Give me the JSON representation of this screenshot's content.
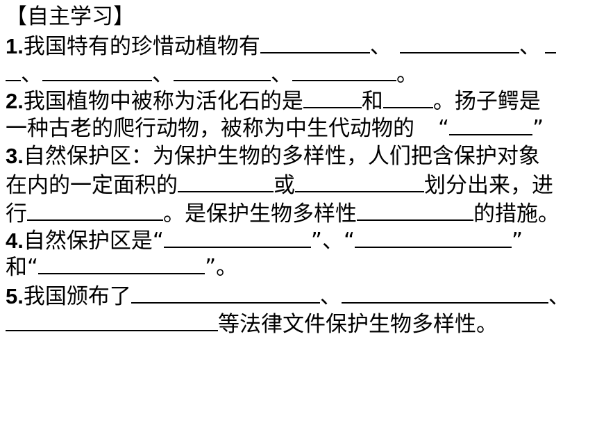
{
  "heading": "【自主学习】",
  "q1": {
    "number": "1.",
    "text_a": "我国特有的珍惜动植物有",
    "sep_1": "、",
    "sep_2": "、",
    "sep_3": "、",
    "sep_4": "、",
    "sep_5": "、",
    "end": "。"
  },
  "q2": {
    "number": "2.",
    "text_a": "我国植物中被称为活化石的是",
    "text_b": "和",
    "text_c": "。扬子鳄是",
    "text_d": "一种古老的爬行动物，被称为中生代动物的",
    "quote_open": "“",
    "quote_close": "”"
  },
  "q3": {
    "number": "3.",
    "text_a": "自然保护区：为保护生物的多样性，人们把含保护对象",
    "text_b": "在内的一定面积的",
    "text_c": "或",
    "text_d": "划分出来，进",
    "text_e": "行",
    "text_f": "。是保护生物多样性",
    "text_g": "的措施。"
  },
  "q4": {
    "number": "4.",
    "text_a": "自然保护区是",
    "quote_open_1": "“",
    "quote_close_1": "”",
    "sep_1": "、",
    "quote_open_2": "“",
    "quote_close_2": "”",
    "text_b": "和",
    "quote_open_3": "“",
    "quote_close_3": "”",
    "end": "。"
  },
  "q5": {
    "number": "5.",
    "text_a": "我国颁布了",
    "sep_1": "、",
    "sep_2": "、",
    "text_b": "等法律文件保护生物多样性。"
  }
}
